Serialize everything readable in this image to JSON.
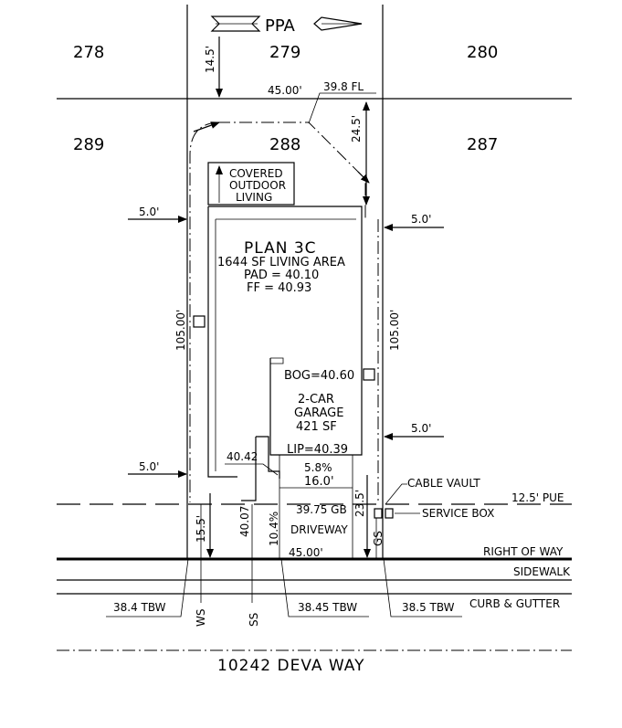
{
  "north_arrow": {
    "label": "PPA",
    "icon": "north-arrow-icon"
  },
  "lots": {
    "top_left": "278",
    "top_center": "279",
    "top_right": "280",
    "left": "289",
    "center": "288",
    "right": "287"
  },
  "dimensions": {
    "rear_setback": "14.5'",
    "lot_width_rear": "45.00'",
    "fl_note": "39.8 FL",
    "rear_offset": "24.5'",
    "side_left_upper": "5.0'",
    "side_right_upper": "5.0'",
    "depth_left": "105.00'",
    "depth_right": "105.00'",
    "side_right_lower": "5.0'",
    "side_left_lower": "5.0'",
    "front_setback_left": "15.5'",
    "front_setback_right": "23.5'",
    "lot_width_front": "45.00'",
    "driveway_width": "16.0'",
    "driveway_slope": "5.8%",
    "apron_slope": "10.4%"
  },
  "house": {
    "covered_outdoor": [
      "COVERED",
      "OUTDOOR",
      "LIVING"
    ],
    "plan_name": "PLAN 3C",
    "living_area": "1644 SF LIVING AREA",
    "pad": "PAD = 40.10",
    "ff": "FF = 40.93",
    "bog": "BOG=40.60",
    "garage": [
      "2-CAR",
      "GARAGE",
      "421 SF"
    ],
    "lip": "LIP=40.39"
  },
  "elevations": {
    "e1": "40.42",
    "e2": "39.75 GB",
    "e3": "40.07"
  },
  "driveway_label": "DRIVEWAY",
  "utilities": {
    "cable_vault": "CABLE VAULT",
    "service_box": "SERVICE BOX",
    "pue": "12.5' PUE"
  },
  "street_labels": {
    "right_of_way": "RIGHT OF WAY",
    "sidewalk": "SIDEWALK",
    "curb": "CURB & GUTTER"
  },
  "tbw": {
    "left": "38.4 TBW",
    "center": "38.45 TBW",
    "right": "38.5 TBW"
  },
  "services": {
    "ws": "WS",
    "ss": "SS",
    "gs": "GS"
  },
  "address": "10242 DEVA WAY"
}
